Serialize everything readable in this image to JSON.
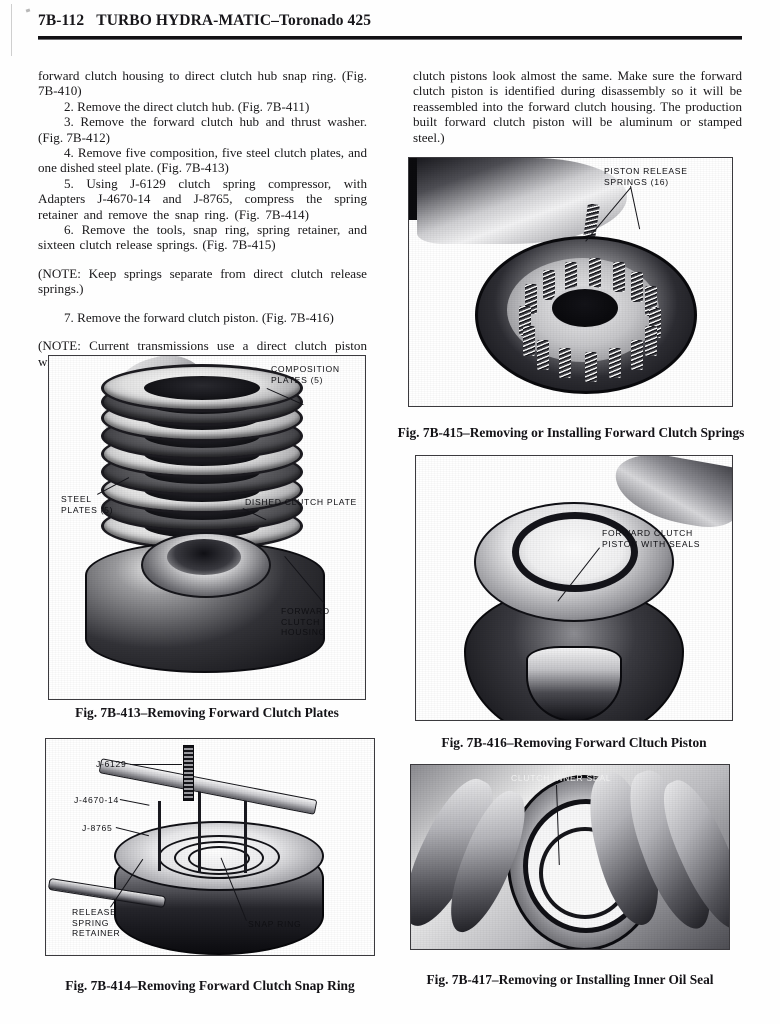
{
  "header": {
    "page_number": "7B-112",
    "title": "TURBO HYDRA-MATIC–Toronado 425"
  },
  "body": {
    "left_column": [
      "forward clutch housing to direct clutch hub snap ring. (Fig. 7B-410)",
      "2. Remove the direct clutch hub. (Fig. 7B-411)",
      "3. Remove the forward clutch hub and thrust washer. (Fig. 7B-412)",
      "4. Remove five composition, five steel clutch plates, and one dished steel plate. (Fig. 7B-413)",
      "5. Using J-6129 clutch spring compressor, with Adapters J-4670-14 and J-8765, compress the spring retainer and remove the snap ring. (Fig. 7B-414)",
      "6. Remove the tools, snap ring, spring retainer, and sixteen clutch release springs. (Fig. 7B-415)",
      "(NOTE: Keep springs separate from direct clutch release springs.)",
      "7. Remove the forward clutch piston. (Fig. 7B-416)",
      "(NOTE: Current transmissions use a direct clutch piston without a check ball. Therefore, the forward and direct"
    ],
    "right_column": [
      "clutch pistons look almost the same. Make sure the forward clutch piston is identified during disassembly so it will be reassembled into the forward clutch housing. The production built forward clutch piston will be aluminum or stamped steel.)"
    ]
  },
  "figures": {
    "fig_413": {
      "caption": "Fig. 7B-413–Removing Forward Clutch Plates",
      "callouts": [
        "COMPOSITION\nPLATES (5)",
        "STEEL\nPLATES (5)",
        "DISHED CLUTCH PLATE",
        "FORWARD\nCLUTCH\nHOUSING"
      ]
    },
    "fig_414": {
      "caption": "Fig. 7B-414–Removing Forward Clutch Snap Ring",
      "callouts": [
        "J-6129",
        "J-4670-14",
        "J-8765",
        "RELEASE\nSPRING\nRETAINER",
        "SNAP RING"
      ]
    },
    "fig_415": {
      "caption": "Fig. 7B-415–Removing or Installing Forward Clutch Springs",
      "callouts": [
        "PISTON RELEASE\nSPRINGS (16)"
      ]
    },
    "fig_416": {
      "caption": "Fig. 7B-416–Removing Forward Cltuch Piston",
      "callouts": [
        "FORWARD CLUTCH\nPISTON WITH SEALS"
      ]
    },
    "fig_417": {
      "caption": "Fig. 7B-417–Removing or Installing Inner Oil Seal",
      "callouts": [
        "CLUTCH INNER SEAL"
      ]
    }
  },
  "colors": {
    "ink": "#19181a",
    "paper": "#fefefe",
    "rule": "#121114"
  }
}
